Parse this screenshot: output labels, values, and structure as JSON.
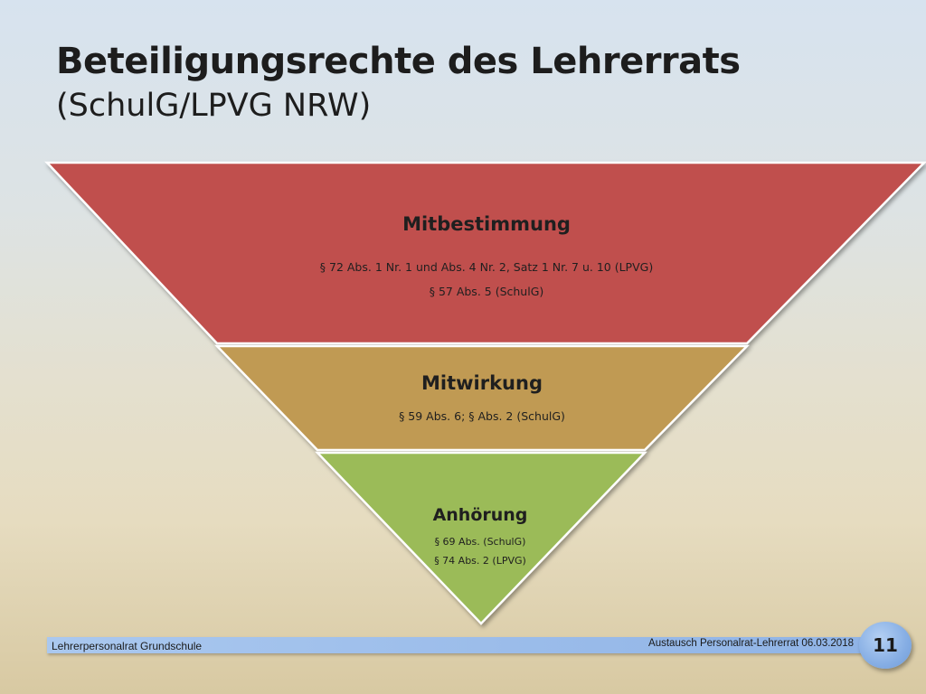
{
  "slide": {
    "title": "Beteiligungsrechte des Lehrerrats",
    "subtitle": "(SchulG/LPVG NRW)"
  },
  "pyramid": {
    "layers": [
      {
        "title": "Mitbestimmung",
        "refs": [
          "§ 72 Abs. 1 Nr. 1 und Abs. 4 Nr. 2, Satz 1 Nr. 7 u. 10 (LPVG)",
          "§ 57 Abs. 5 (SchulG)"
        ],
        "color": "#c0504d"
      },
      {
        "title": "Mitwirkung",
        "refs": [
          "§ 59 Abs. 6; § Abs. 2 (SchulG)"
        ],
        "color": "#c09a53"
      },
      {
        "title": "Anhörung",
        "refs": [
          "§ 69 Abs. (SchulG)",
          "§ 74 Abs. 2 (LPVG)"
        ],
        "color": "#9bbb59"
      }
    ]
  },
  "footer": {
    "left_text": "Lehrerpersonalrat Grundschule",
    "right_text": "Austausch Personalrat-Lehrerrat 06.03.2018",
    "page_number": "11"
  }
}
